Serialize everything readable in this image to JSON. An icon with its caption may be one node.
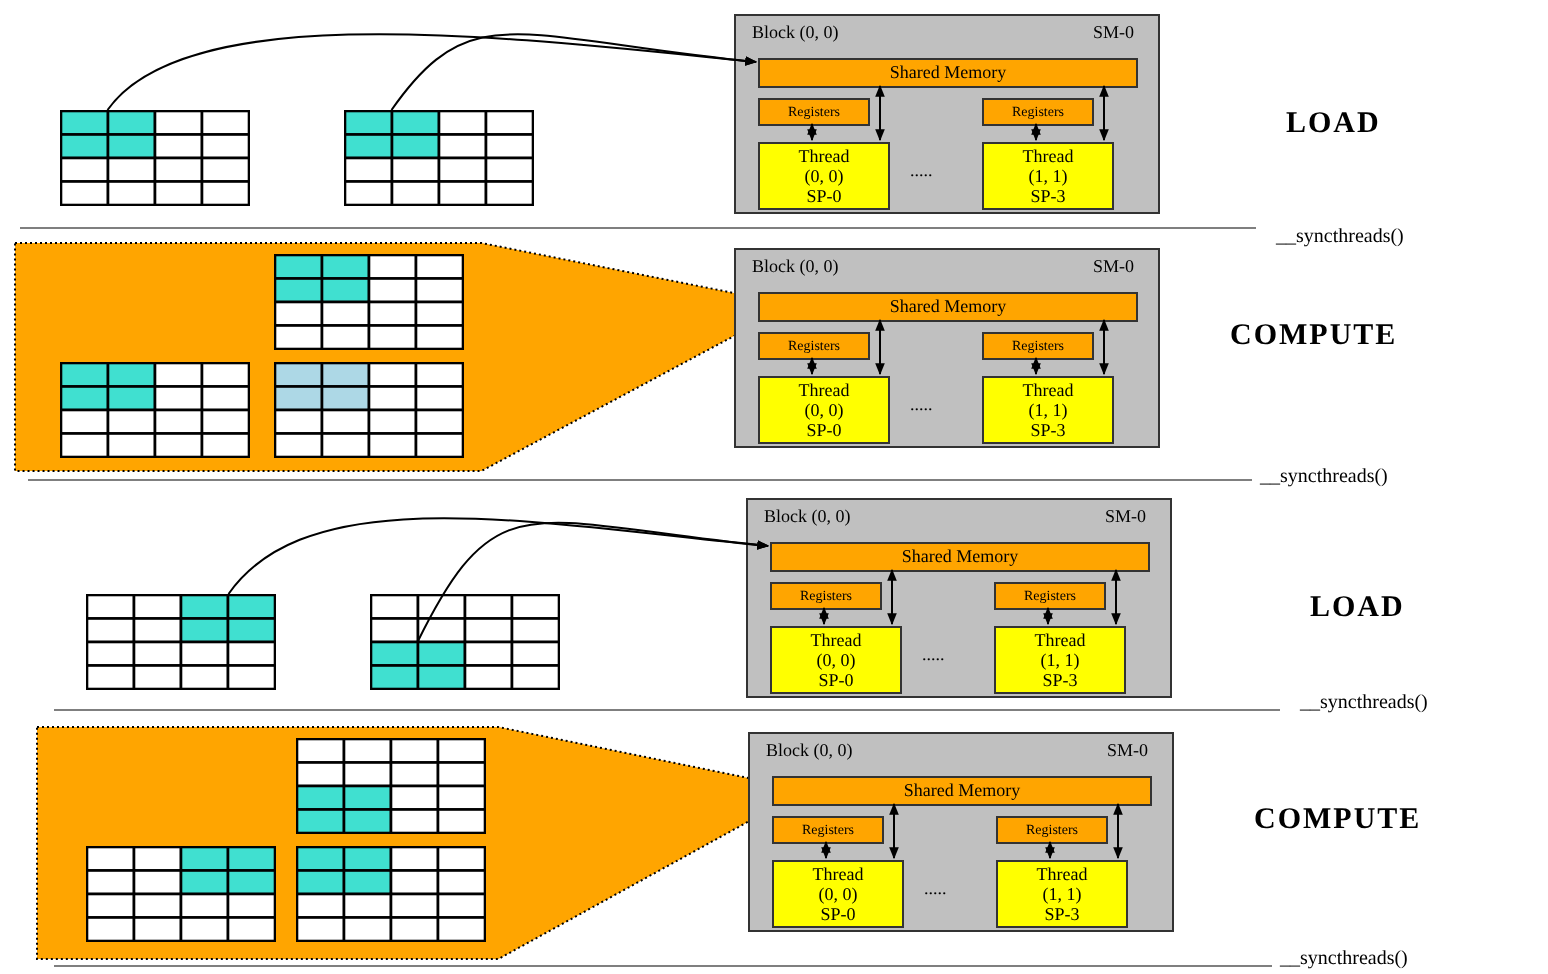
{
  "diagram": {
    "nodes": [
      {
        "text": [],
        "shape": "grid"
      },
      {
        "text": [],
        "shape": "grid"
      },
      {
        "text": [
          "Block (0, 0)",
          "SM-0"
        ]
      },
      {
        "text": [
          "Shared Memory"
        ],
        "in": 2
      },
      {
        "text": [
          "Registers"
        ],
        "in": 2
      },
      {
        "text": [
          "Registers"
        ],
        "in": 2
      },
      {
        "text": [
          "Thread (0, 0) SP-0"
        ],
        "in": 2
      },
      {
        "text": [
          "Thread (1, 1) SP-3"
        ],
        "in": 2
      },
      {
        "text": [],
        "shape": "band"
      },
      {
        "text": [],
        "shape": "grid",
        "in": 8
      },
      {
        "text": [],
        "shape": "grid",
        "in": 8
      },
      {
        "text": [],
        "shape": "grid",
        "in": 8
      },
      {
        "text": [
          "Block (0, 0)",
          "SM-0"
        ]
      },
      {
        "text": [
          "Shared Memory"
        ],
        "in": 12
      },
      {
        "text": [
          "Registers"
        ],
        "in": 12
      },
      {
        "text": [
          "Registers"
        ],
        "in": 12
      },
      {
        "text": [
          "Thread (0, 0) SP-0"
        ],
        "in": 12
      },
      {
        "text": [
          "Thread (1, 1) SP-3"
        ],
        "in": 12
      },
      {
        "text": [],
        "shape": "grid"
      },
      {
        "text": [],
        "shape": "grid"
      },
      {
        "text": [
          "Block (0, 0)",
          "SM-0"
        ]
      },
      {
        "text": [
          "Shared Memory"
        ],
        "in": 20
      },
      {
        "text": [
          "Registers"
        ],
        "in": 20
      },
      {
        "text": [
          "Registers"
        ],
        "in": 20
      },
      {
        "text": [
          "Thread (0, 0) SP-0"
        ],
        "in": 20
      },
      {
        "text": [
          "Thread (1, 1) SP-3"
        ],
        "in": 20
      },
      {
        "text": [],
        "shape": "band"
      },
      {
        "text": [],
        "shape": "grid",
        "in": 26
      },
      {
        "text": [],
        "shape": "grid",
        "in": 26
      },
      {
        "text": [],
        "shape": "grid",
        "in": 26
      },
      {
        "text": [
          "Block (0, 0)",
          "SM-0"
        ]
      },
      {
        "text": [
          "Shared Memory"
        ],
        "in": 30
      },
      {
        "text": [
          "Registers"
        ],
        "in": 30
      },
      {
        "text": [
          "Registers"
        ],
        "in": 30
      },
      {
        "text": [
          "Thread (0, 0) SP-0"
        ],
        "in": 30
      },
      {
        "text": [
          "Thread (1, 1) SP-3"
        ],
        "in": 30
      }
    ],
    "edges": [
      {
        "from": 0,
        "to": 3,
        "arrow": "to"
      },
      {
        "from": 1,
        "to": 3,
        "arrow": "to"
      },
      {
        "from": 4,
        "to": 6,
        "arrow": "both"
      },
      {
        "from": 3,
        "to": 6,
        "arrow": "both"
      },
      {
        "from": 5,
        "to": 7,
        "arrow": "both"
      },
      {
        "from": 3,
        "to": 7,
        "arrow": "both"
      },
      {
        "from": 14,
        "to": 16,
        "arrow": "both"
      },
      {
        "from": 13,
        "to": 16,
        "arrow": "both"
      },
      {
        "from": 15,
        "to": 17,
        "arrow": "both"
      },
      {
        "from": 13,
        "to": 17,
        "arrow": "both"
      },
      {
        "from": 18,
        "to": 21,
        "arrow": "to"
      },
      {
        "from": 19,
        "to": 21,
        "arrow": "to"
      },
      {
        "from": 22,
        "to": 24,
        "arrow": "both"
      },
      {
        "from": 21,
        "to": 24,
        "arrow": "both"
      },
      {
        "from": 23,
        "to": 25,
        "arrow": "both"
      },
      {
        "from": 21,
        "to": 25,
        "arrow": "both"
      },
      {
        "from": 32,
        "to": 34,
        "arrow": "both"
      },
      {
        "from": 31,
        "to": 34,
        "arrow": "both"
      },
      {
        "from": 33,
        "to": 35,
        "arrow": "both"
      },
      {
        "from": 31,
        "to": 35,
        "arrow": "both"
      }
    ],
    "labels": [
      ".....",
      "LOAD",
      "__syncthreads()",
      ".....",
      "COMPUTE",
      "__syncthreads()",
      ".....",
      "LOAD",
      "__syncthreads()",
      ".....",
      "COMPUTE",
      "__syncthreads()"
    ]
  }
}
